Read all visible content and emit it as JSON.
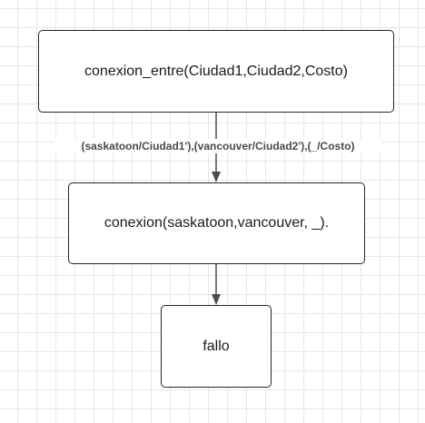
{
  "diagram": {
    "nodes": [
      {
        "id": "n1",
        "label": "conexion_entre(Ciudad1,Ciudad2,Costo)"
      },
      {
        "id": "n2",
        "label": "conexion(saskatoon,vancouver, _)."
      },
      {
        "id": "n3",
        "label": "fallo"
      }
    ],
    "edges": [
      {
        "from": "n1",
        "to": "n2",
        "label": "(saskatoon/Ciudad1'),(vancouver/Ciudad2'),(_/Costo)"
      },
      {
        "from": "n2",
        "to": "n3",
        "label": ""
      }
    ],
    "colors": {
      "node_border": "#262626",
      "arrow": "#4d4d4d",
      "grid": "#e7e7e7",
      "edge_label_text": "#4a4a4a"
    }
  }
}
